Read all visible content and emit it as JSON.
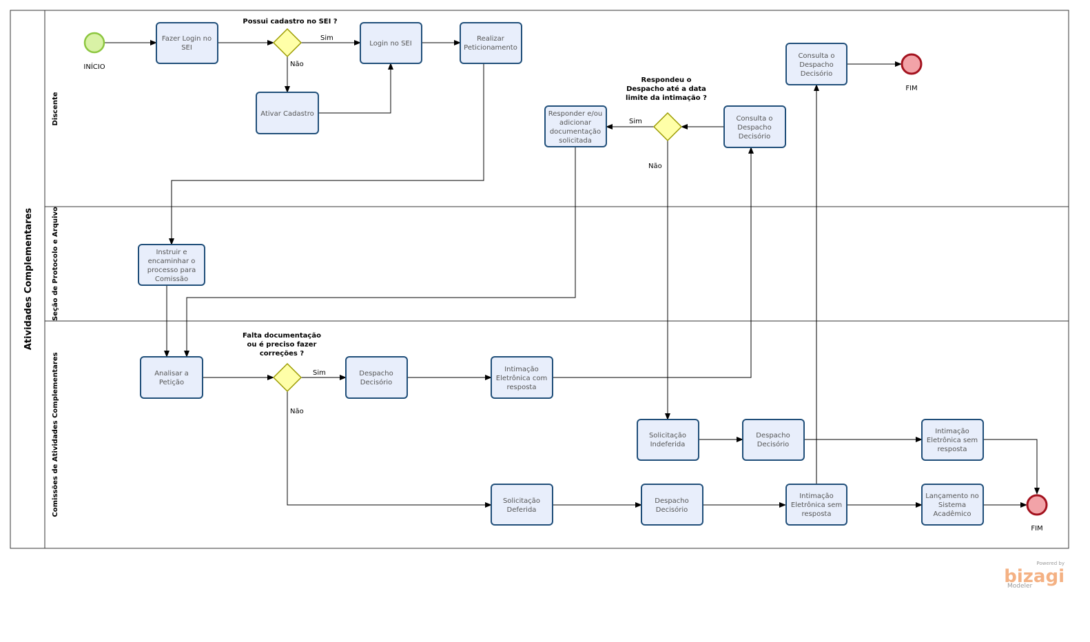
{
  "pool": {
    "title": "Atividades Complementares"
  },
  "lanes": {
    "discente": "Discente",
    "secao": "Seção de Protocolo e Arquivo",
    "comissoes": "Comissões de Atividades Complementares"
  },
  "events": {
    "start": "INÍCIO",
    "end_top": "FIM",
    "end_bottom": "FIM"
  },
  "gateways": {
    "g1": {
      "line1": "Possui cadastro no SEI ?"
    },
    "g2": {
      "line1": "Respondeu o",
      "line2": "Despacho até a data",
      "line3": "limite da intimação ?"
    },
    "g3": {
      "line1": "Falta documentação",
      "line2": "ou é preciso fazer",
      "line3": "correções ?"
    }
  },
  "flow_labels": {
    "g1_yes": "Sim",
    "g1_no": "Não",
    "g2_yes": "Sim",
    "g2_no": "Não",
    "g3_yes": "Sim",
    "g3_no": "Não"
  },
  "tasks": {
    "login_fazer": {
      "l1": "Fazer Login no",
      "l2": "SEI"
    },
    "login_sei": {
      "l1": "Login no SEI"
    },
    "realizar": {
      "l1": "Realizar",
      "l2": "Peticionamento"
    },
    "ativar": {
      "l1": "Ativar Cadastro"
    },
    "responder": {
      "l1": "Responder e/ou",
      "l2": "adicionar",
      "l3": "documentação",
      "l4": "solicitada"
    },
    "consulta_mid": {
      "l1": "Consulta o",
      "l2": "Despacho",
      "l3": "Decisório"
    },
    "consulta_top": {
      "l1": "Consulta o",
      "l2": "Despacho",
      "l3": "Decisório"
    },
    "instruir": {
      "l1": "Instruir e",
      "l2": "encaminhar o",
      "l3": "processo para",
      "l4": "Comissão"
    },
    "analisar": {
      "l1": "Analisar a",
      "l2": "Petição"
    },
    "despacho1": {
      "l1": "Despacho",
      "l2": "Decisório"
    },
    "intimacao_com": {
      "l1": "Intimação",
      "l2": "Eletrônica com",
      "l3": "resposta"
    },
    "indeferida": {
      "l1": "Solicitação",
      "l2": "Indeferida"
    },
    "despacho2": {
      "l1": "Despacho",
      "l2": "Decisório"
    },
    "intimacao_sem1": {
      "l1": "Intimação",
      "l2": "Eletrônica sem",
      "l3": "resposta"
    },
    "deferida": {
      "l1": "Solicitação",
      "l2": "Deferida"
    },
    "despacho3": {
      "l1": "Despacho",
      "l2": "Decisório"
    },
    "intimacao_sem2": {
      "l1": "Intimação",
      "l2": "Eletrônica sem",
      "l3": "resposta"
    },
    "lancamento": {
      "l1": "Lançamento no",
      "l2": "Sistema",
      "l3": "Acadêmico"
    }
  },
  "branding": {
    "powered": "Powered by",
    "name": "bizagi",
    "sub": "Modeler"
  },
  "colors": {
    "task_fill": "#e8eefb",
    "task_stroke": "#1f4e79",
    "gateway_fill": "#ffffa8",
    "start_fill": "#d9f2a6",
    "end_fill": "#f2a3a8"
  }
}
